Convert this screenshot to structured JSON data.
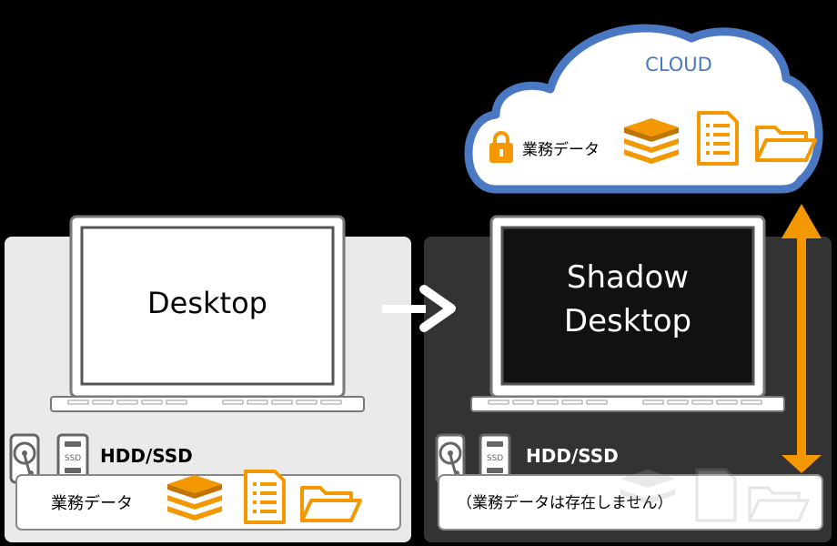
{
  "cloud": {
    "title": "CLOUD",
    "data_label": "業務データ"
  },
  "left": {
    "screen_label": "Desktop",
    "storage_label": "HDD/SSD",
    "ssd_text": "SSD",
    "data_label": "業務データ"
  },
  "right": {
    "screen_label_line1": "Shadow",
    "screen_label_line2": "Desktop",
    "storage_label": "HDD/SSD",
    "ssd_text": "SSD",
    "data_note": "（業務データは存在しません）"
  },
  "colors": {
    "orange": "#F39800",
    "cloud_border": "#4A78C2",
    "cloud_text": "#4A78C2",
    "left_panel": "#EAEAEA",
    "right_panel": "#333333"
  }
}
